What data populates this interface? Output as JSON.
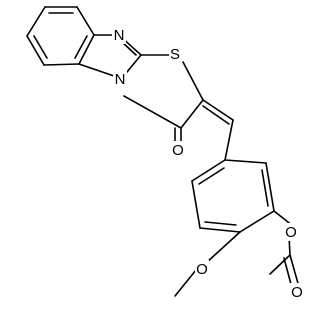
{
  "colors": {
    "background": "#ffffff",
    "bond": "#000000",
    "label": "#000000"
  },
  "molecule": {
    "atoms": [
      {
        "id": "N3",
        "symbol": "N",
        "label": "N"
      },
      {
        "id": "N1",
        "symbol": "N",
        "label": "N"
      },
      {
        "id": "S1",
        "symbol": "S",
        "label": "S"
      },
      {
        "id": "O1",
        "symbol": "O",
        "label": "O"
      },
      {
        "id": "O2",
        "symbol": "O",
        "label": "O"
      },
      {
        "id": "O3",
        "symbol": "O",
        "label": "O"
      },
      {
        "id": "O4",
        "symbol": "O",
        "label": "O"
      }
    ]
  }
}
